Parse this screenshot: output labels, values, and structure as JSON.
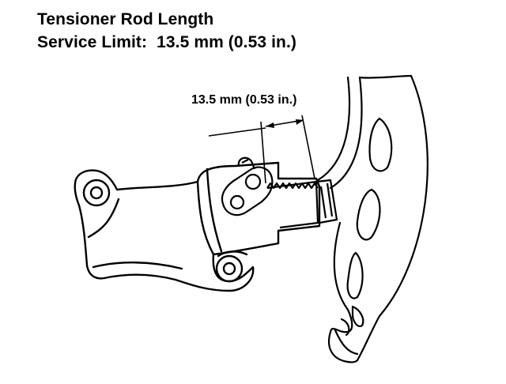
{
  "heading": {
    "title": "Tensioner Rod Length",
    "limit_label": "Service Limit:",
    "limit_value": "13.5 mm (0.53 in.)"
  },
  "figure": {
    "dimension_label": "13.5 mm (0.53 in.)"
  }
}
